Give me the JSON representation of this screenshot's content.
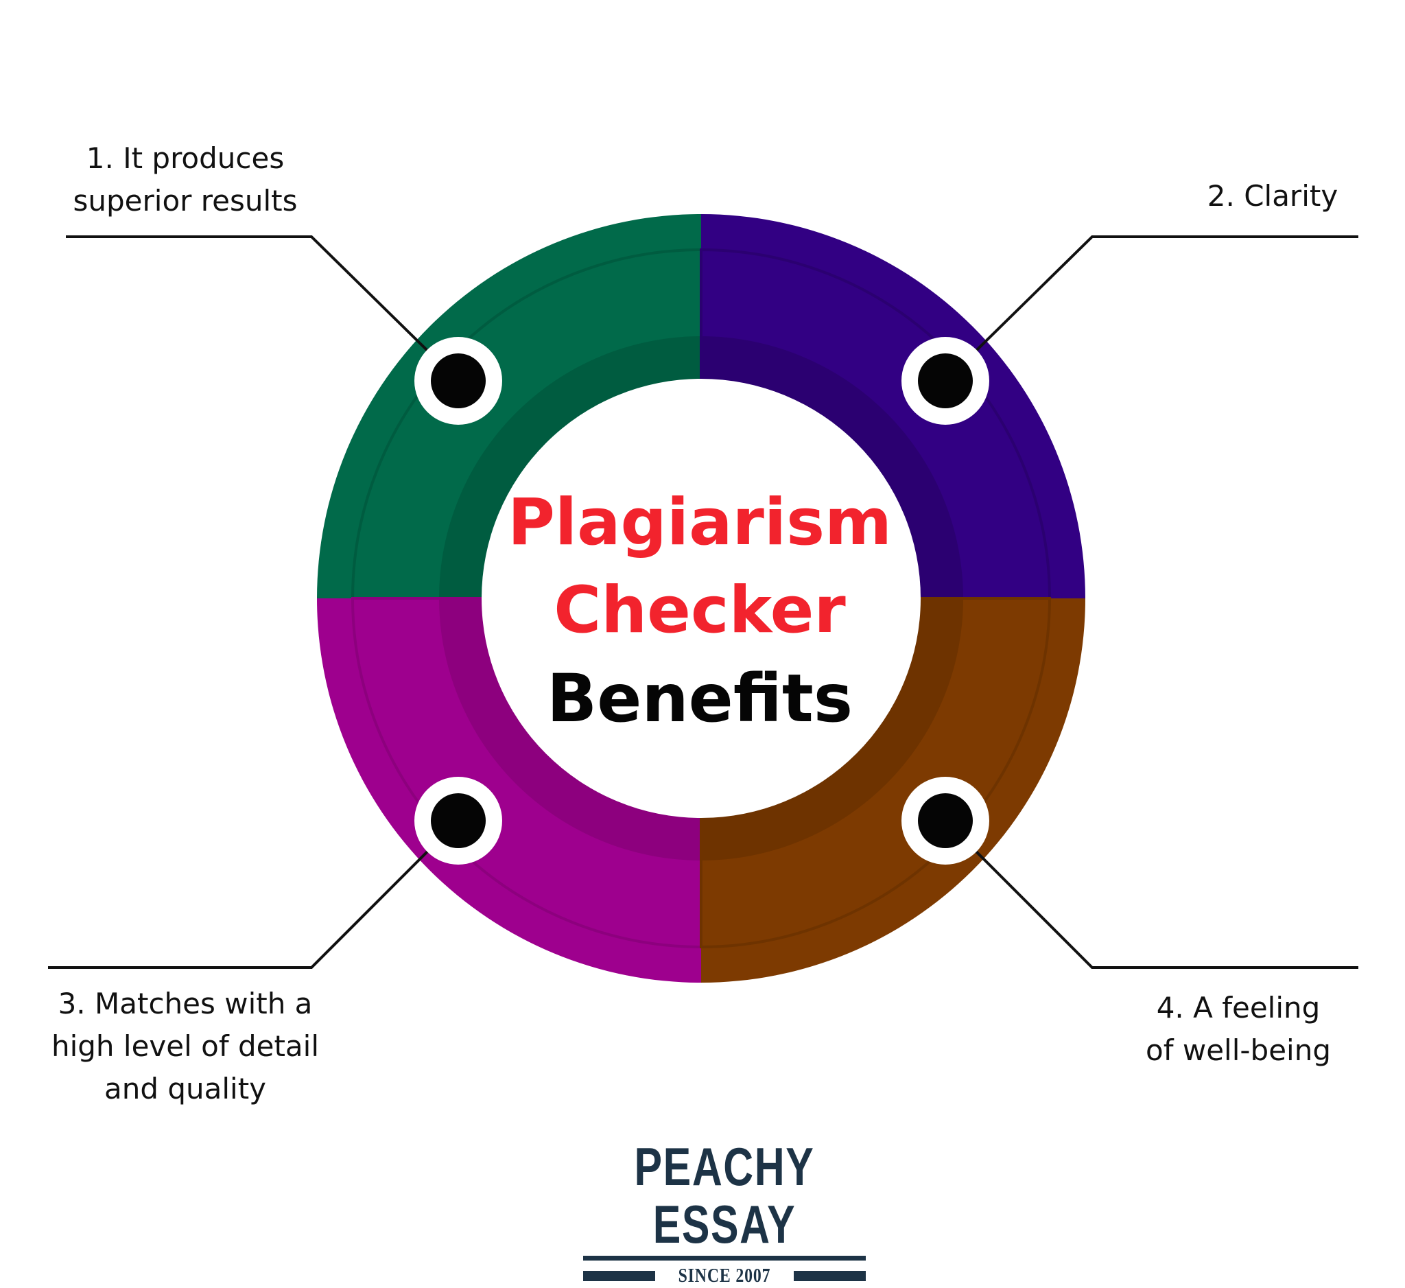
{
  "title": {
    "line1": "Plagiarism",
    "line2": "Checker",
    "line3": "Benefits"
  },
  "segments": [
    {
      "label_lines": [
        "1. It produces",
        "superior results"
      ],
      "color": "#016a4a",
      "inner_color": "#005c40"
    },
    {
      "label_lines": [
        "2. Clarity"
      ],
      "color": "#320083",
      "inner_color": "#2b0071"
    },
    {
      "label_lines": [
        "3. Matches with a",
        "high level of detail",
        "and quality"
      ],
      "color": "#9e008e",
      "inner_color": "#8d007e"
    },
    {
      "label_lines": [
        "4. A feeling",
        "of well-being"
      ],
      "color": "#7d3a01",
      "inner_color": "#6e3300"
    }
  ],
  "colors": {
    "title_accent": "#f2232d",
    "title_dark": "#050505",
    "logo": "#1d3346"
  },
  "logo": {
    "name": "PEACHY ESSAY",
    "since": "SINCE 2007"
  }
}
